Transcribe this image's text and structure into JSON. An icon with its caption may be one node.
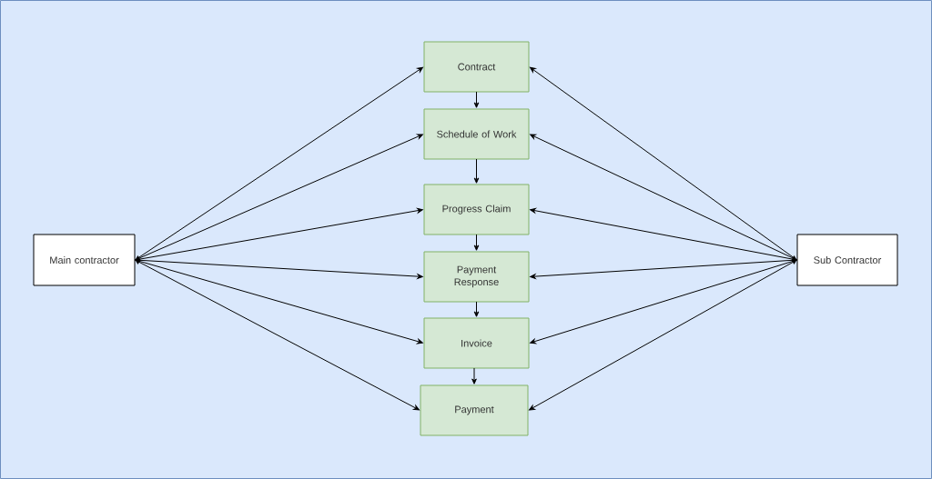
{
  "diagram": {
    "nodes": [
      {
        "text": [
          "Main contractor"
        ]
      },
      {
        "text": [
          "Contract"
        ]
      },
      {
        "text": [
          "Schedule of Work"
        ]
      },
      {
        "text": [
          "Progress Claim"
        ]
      },
      {
        "text": [
          "Payment Response"
        ]
      },
      {
        "text": [
          "Invoice"
        ]
      },
      {
        "text": [
          "Payment"
        ]
      },
      {
        "text": [
          "Sub Contractor"
        ]
      }
    ],
    "edges": [
      {
        "from": 1,
        "to": 2,
        "arrow": "to"
      },
      {
        "from": 2,
        "to": 3,
        "arrow": "to"
      },
      {
        "from": 3,
        "to": 4,
        "arrow": "to"
      },
      {
        "from": 4,
        "to": 5,
        "arrow": "to"
      },
      {
        "from": 5,
        "to": 6,
        "arrow": "to"
      },
      {
        "from": 0,
        "to": 1,
        "arrow": "to"
      },
      {
        "from": 0,
        "to": 2,
        "arrow": "to"
      },
      {
        "from": 0,
        "to": 3,
        "arrow": "to"
      },
      {
        "from": 0,
        "to": 4,
        "arrow": "to"
      },
      {
        "from": 0,
        "to": 5,
        "arrow": "to"
      },
      {
        "from": 0,
        "to": 6,
        "arrow": "to"
      },
      {
        "from": 7,
        "to": 1,
        "arrow": "to"
      },
      {
        "from": 7,
        "to": 2,
        "arrow": "to"
      },
      {
        "from": 7,
        "to": 3,
        "arrow": "to"
      },
      {
        "from": 7,
        "to": 4,
        "arrow": "to"
      },
      {
        "from": 7,
        "to": 5,
        "arrow": "to"
      },
      {
        "from": 7,
        "to": 6,
        "arrow": "to"
      }
    ]
  }
}
